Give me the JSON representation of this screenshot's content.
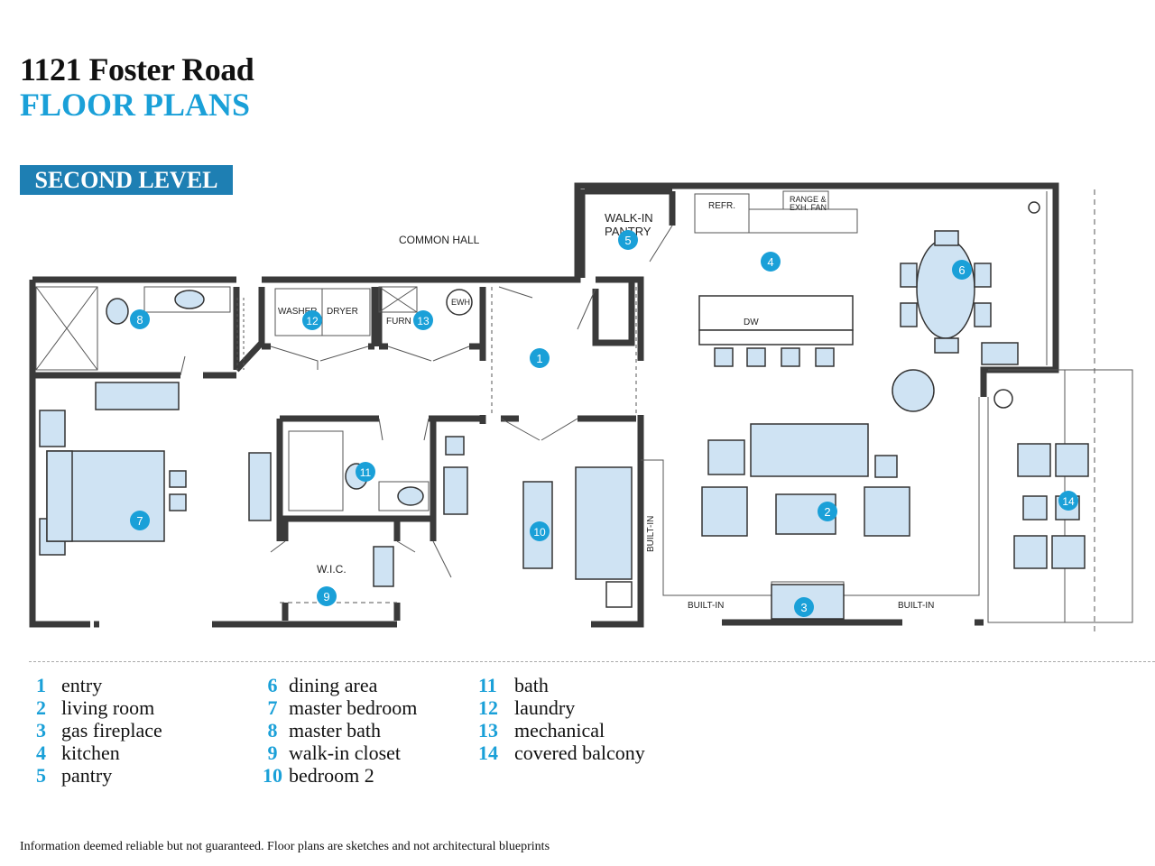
{
  "header": {
    "address": "1121 Foster Road",
    "subtitle": "FLOOR PLANS"
  },
  "level": "SECOND LEVEL",
  "plan_labels": {
    "common_hall": "COMMON HALL",
    "walk_in_pantry": [
      "WALK-IN",
      "PANTRY"
    ],
    "refr": "REFR.",
    "range": [
      "RANGE &",
      "EXH. FAN"
    ],
    "washer": "WASHER",
    "dryer": "DRYER",
    "furn": "FURN",
    "ewh": "EWH",
    "dw": "DW",
    "wic": "W.I.C.",
    "built_in_vertical": "BUILT-IN",
    "built_in_left": "BUILT-IN",
    "built_in_right": "BUILT-IN"
  },
  "markers": [
    "1",
    "2",
    "3",
    "4",
    "5",
    "6",
    "7",
    "8",
    "9",
    "10",
    "11",
    "12",
    "13",
    "14"
  ],
  "legend": {
    "col1": [
      {
        "num": "1",
        "label": "entry"
      },
      {
        "num": "2",
        "label": "living room"
      },
      {
        "num": "3",
        "label": "gas fireplace"
      },
      {
        "num": "4",
        "label": "kitchen"
      },
      {
        "num": "5",
        "label": "pantry"
      }
    ],
    "col2": [
      {
        "num": "6",
        "label": "dining area"
      },
      {
        "num": "7",
        "label": "master bedroom"
      },
      {
        "num": "8",
        "label": "master bath"
      },
      {
        "num": "9",
        "label": "walk-in closet"
      },
      {
        "num": "10",
        "label": "bedroom 2"
      }
    ],
    "col3": [
      {
        "num": "11",
        "label": "bath"
      },
      {
        "num": "12",
        "label": "laundry"
      },
      {
        "num": "13",
        "label": "mechanical"
      },
      {
        "num": "14",
        "label": "covered balcony"
      }
    ]
  },
  "disclaimer": "Information deemed reliable but not guaranteed. Floor plans are sketches and not architectural blueprints",
  "colors": {
    "accent": "#1aa0d8",
    "level_bg": "#1e7fb3",
    "wall": "#3a3a3a",
    "furniture_fill": "#cfe3f3"
  }
}
